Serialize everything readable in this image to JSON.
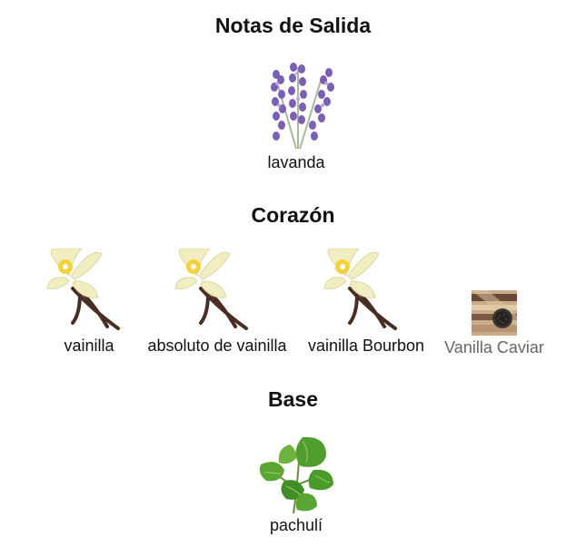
{
  "sections": [
    {
      "title": "Notas de Salida",
      "notes": [
        {
          "label": "lavanda",
          "icon": "lavender-icon"
        }
      ]
    },
    {
      "title": "Corazón",
      "notes": [
        {
          "label": "vainilla",
          "icon": "vanilla-flower-icon"
        },
        {
          "label": "absoluto de vainilla",
          "icon": "vanilla-flower-icon"
        },
        {
          "label": "vainilla Bourbon",
          "icon": "vanilla-flower-icon"
        },
        {
          "label": "Vanilla Caviar",
          "icon": "vanilla-caviar-icon"
        }
      ]
    },
    {
      "title": "Base",
      "notes": [
        {
          "label": "pachulí",
          "icon": "patchouli-leaves-icon"
        }
      ]
    }
  ],
  "colors": {
    "lavender": "#7a5fb5",
    "vanilla_petal": "#f1efc2",
    "vanilla_pod": "#4a2e24",
    "patchouli": "#4f9d2f",
    "muted_label": "#666666"
  }
}
